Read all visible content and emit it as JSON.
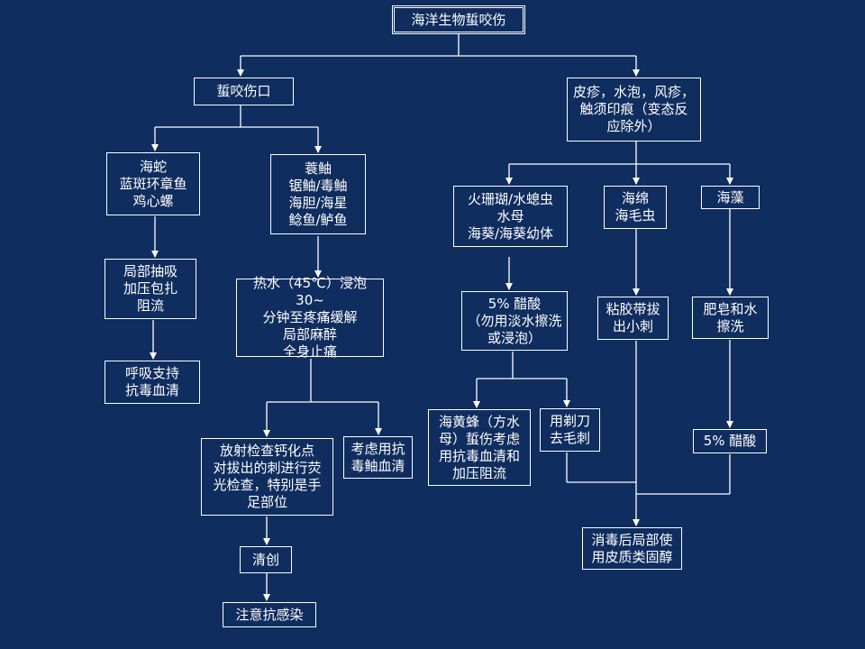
{
  "diagram": {
    "title": "海洋生物蜇咬伤",
    "nodes": {
      "sting_wound": "蜇咬伤口",
      "skin_reaction": "皮疹，水泡，风疹，\n触须印痕（变态反\n应除外）",
      "snake_group": "海蛇\n蓝斑环章鱼\n鸡心螺",
      "ray_group": "蓑鲉\n锯鲉/毒鲉\n海胆/海星\n鲶鱼/鲈鱼",
      "local_suction": "局部抽吸\n加压包扎\n阻流",
      "respiratory_support": "呼吸支持\n抗毒血清",
      "hot_water": "热水（45℃）浸泡30~\n分钟至疼痛缓解\n局部麻醉\n全身止痛",
      "xray_check": "放射检查钙化点\n对拔出的刺进行荧\n光检查，特别是手\n足部位",
      "antivenom_ray": "考虑用抗\n毒鲉血清",
      "debride": "清创",
      "anti_infection": "注意抗感染",
      "fire_coral": "火珊瑚/水螅虫\n水母\n海葵/海葵幼体",
      "sponge": "海绵\n海毛虫",
      "seaweed": "海藻",
      "vinegar_wash": "5% 醋酸\n（勿用淡水擦洗\n或浸泡）",
      "tape_remove": "粘胶带拔\n出小刺",
      "soap_water": "肥皂和水\n擦洗",
      "box_jelly": "海黄蜂（方水\n母）蜇伤考虑\n用抗毒血清和\n加压阻流",
      "shave_spines": "用剃刀\n去毛刺",
      "vinegar": "5% 醋酸",
      "steroid": "消毒后局部使\n用皮质类固醇"
    }
  }
}
